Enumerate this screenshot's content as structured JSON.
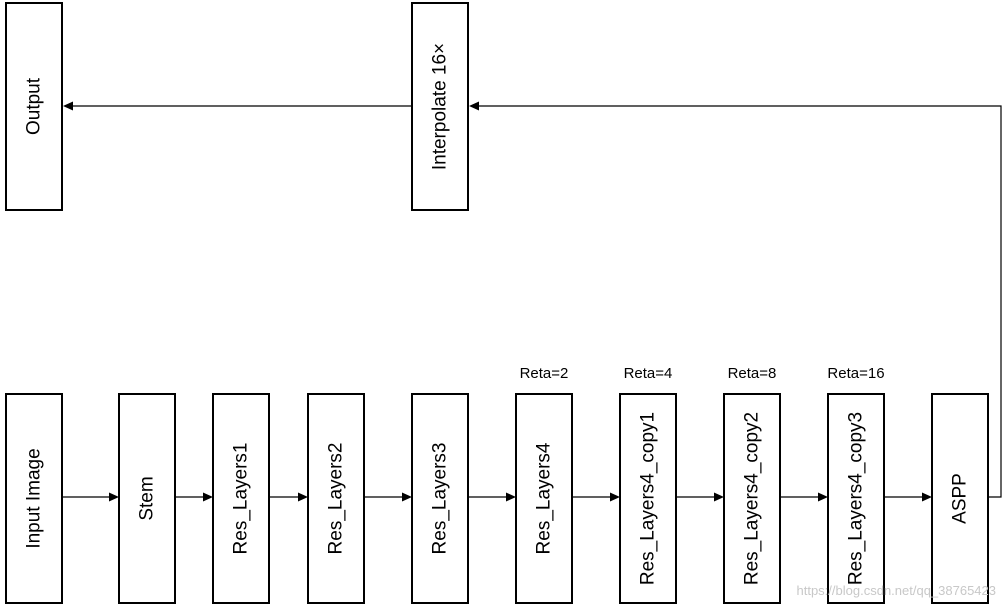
{
  "diagram": {
    "top_blocks": {
      "interpolate": "Interpolate 16×",
      "output": "Output"
    },
    "pipeline": [
      {
        "label": "Input Image",
        "rate": ""
      },
      {
        "label": "Stem",
        "rate": ""
      },
      {
        "label": "Res_Layers1",
        "rate": ""
      },
      {
        "label": "Res_Layers2",
        "rate": ""
      },
      {
        "label": "Res_Layers3",
        "rate": ""
      },
      {
        "label": "Res_Layers4",
        "rate": "Reta=2"
      },
      {
        "label": "Res_Layers4_copy1",
        "rate": "Reta=4"
      },
      {
        "label": "Res_Layers4_copy2",
        "rate": "Reta=8"
      },
      {
        "label": "Res_Layers4_copy3",
        "rate": "Reta=16"
      },
      {
        "label": "ASPP",
        "rate": ""
      }
    ],
    "watermark": "https://blog.csdn.net/qq_38765423"
  }
}
